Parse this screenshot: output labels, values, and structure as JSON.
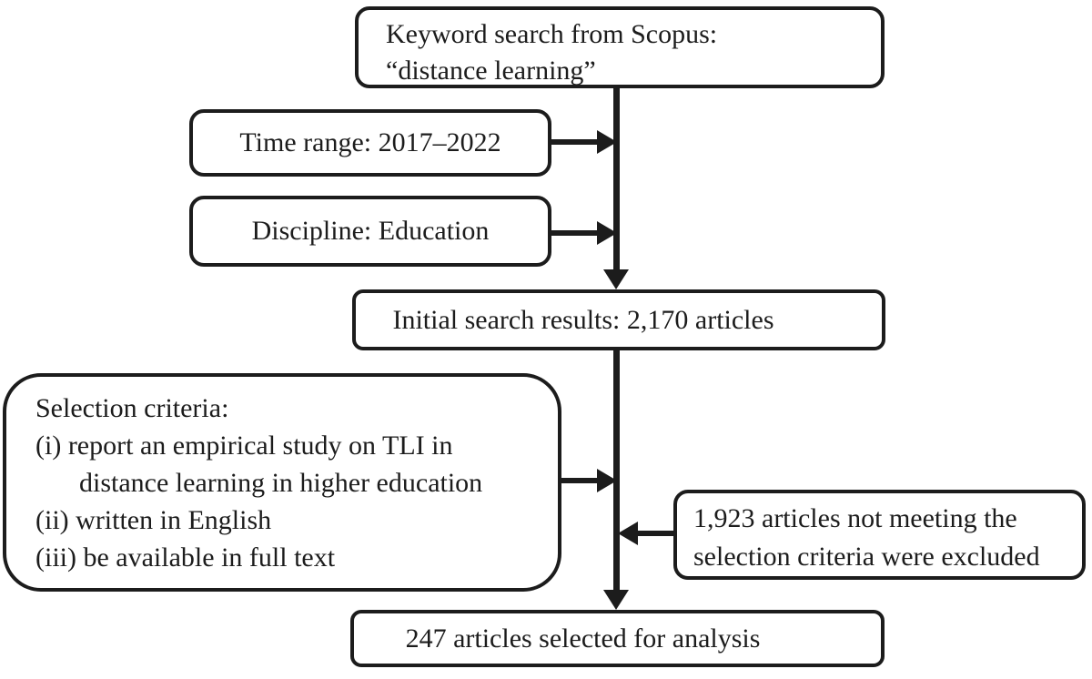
{
  "figure": {
    "type": "flowchart",
    "ink_color": "#1c1c1c",
    "background_color": "#ffffff"
  },
  "boxes": {
    "keyword": {
      "line1": "Keyword search from Scopus:",
      "line2": "“distance learning”"
    },
    "time_range": {
      "label": "Time range: 2017–2022"
    },
    "discipline": {
      "label": "Discipline: Education"
    },
    "initial_results": {
      "label": "Initial search results: 2,170 articles"
    },
    "selection_criteria": {
      "lines": [
        "Selection criteria:",
        "(i) report an empirical study on TLI in",
        "distance learning in higher education",
        "(ii) written in English",
        "(iii) be available in full text"
      ]
    },
    "excluded": {
      "line1": "1,923 articles not meeting the",
      "line2": "selection criteria were excluded"
    },
    "final": {
      "label": "247 articles selected for analysis"
    }
  }
}
